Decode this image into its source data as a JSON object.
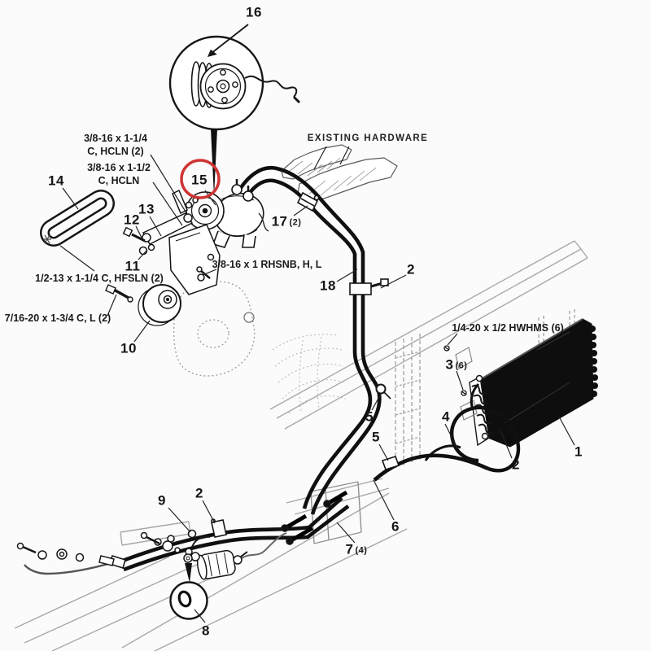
{
  "diagram": {
    "highlight_color": "#cf3434",
    "ink_color": "#161616",
    "callouts": {
      "c16": {
        "num": "16",
        "qty": ""
      },
      "c15": {
        "num": "15",
        "qty": ""
      },
      "c17": {
        "num": "17",
        "qty": "(2)"
      },
      "c14": {
        "num": "14",
        "qty": ""
      },
      "c13": {
        "num": "13",
        "qty": ""
      },
      "c12": {
        "num": "12",
        "qty": ""
      },
      "c11": {
        "num": "11",
        "qty": ""
      },
      "c10": {
        "num": "10",
        "qty": ""
      },
      "c18": {
        "num": "18",
        "qty": ""
      },
      "c2_top": {
        "num": "2",
        "qty": ""
      },
      "c1": {
        "num": "1",
        "qty": ""
      },
      "c2_mid": {
        "num": "2",
        "qty": ""
      },
      "c3": {
        "num": "3",
        "qty": "(6)"
      },
      "c4": {
        "num": "4",
        "qty": ""
      },
      "c5_upper": {
        "num": "5",
        "qty": ""
      },
      "c5_lower": {
        "num": "5",
        "qty": ""
      },
      "c6": {
        "num": "6",
        "qty": ""
      },
      "c7": {
        "num": "7",
        "qty": "(4)"
      },
      "c8": {
        "num": "8",
        "qty": ""
      },
      "c9": {
        "num": "9",
        "qty": ""
      },
      "c2_bottom": {
        "num": "2",
        "qty": ""
      }
    },
    "hardware_labels": {
      "hcln_114": "3/8-16 x 1-1/4\nC, HCLN (2)",
      "hcln_112": "3/8-16 x 1-1/2\nC, HCLN",
      "hfsln": "1/2-13 x 1-1/4 C, HFSLN (2)",
      "cl_bolt": "7/16-20 x 1-3/4 C, L (2)",
      "rhsnb": "3/8-16 x 1 RHSNB, H, L",
      "hwhms": "1/4-20 x 1/2 HWHMS (6)",
      "existing_hardware": "EXISTING HARDWARE"
    }
  }
}
